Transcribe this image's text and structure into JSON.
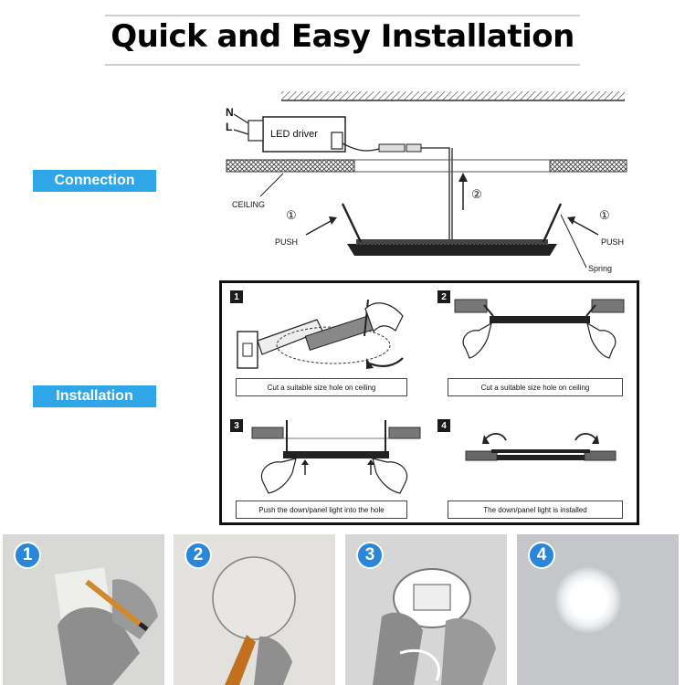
{
  "title": "Quick and Easy Installation",
  "labels": {
    "connection": "Connection",
    "installation": "Installation"
  },
  "wiring": {
    "n": "N",
    "l": "L",
    "driver": "LED driver",
    "ceiling": "CEILING",
    "push_left": "PUSH",
    "push_right": "PUSH",
    "spring": "Spring",
    "marker_1": "①",
    "marker_2": "②",
    "marker_3": "①"
  },
  "steps": [
    {
      "number": "1",
      "caption": "Cut a suitable size hole on ceiling"
    },
    {
      "number": "2",
      "caption": "Cut a suitable size hole on ceiling"
    },
    {
      "number": "3",
      "caption": "Push the down/panel light into the hole"
    },
    {
      "number": "4",
      "caption": "The down/panel light is installed"
    }
  ],
  "photos": [
    {
      "number": "1",
      "icon": "pencil-marking-photo"
    },
    {
      "number": "2",
      "icon": "cutting-hole-photo"
    },
    {
      "number": "3",
      "icon": "inserting-light-photo"
    },
    {
      "number": "4",
      "icon": "installed-light-photo"
    }
  ],
  "colors": {
    "accent": "#2ea6e8",
    "photo_badge": "#2a86d9"
  }
}
